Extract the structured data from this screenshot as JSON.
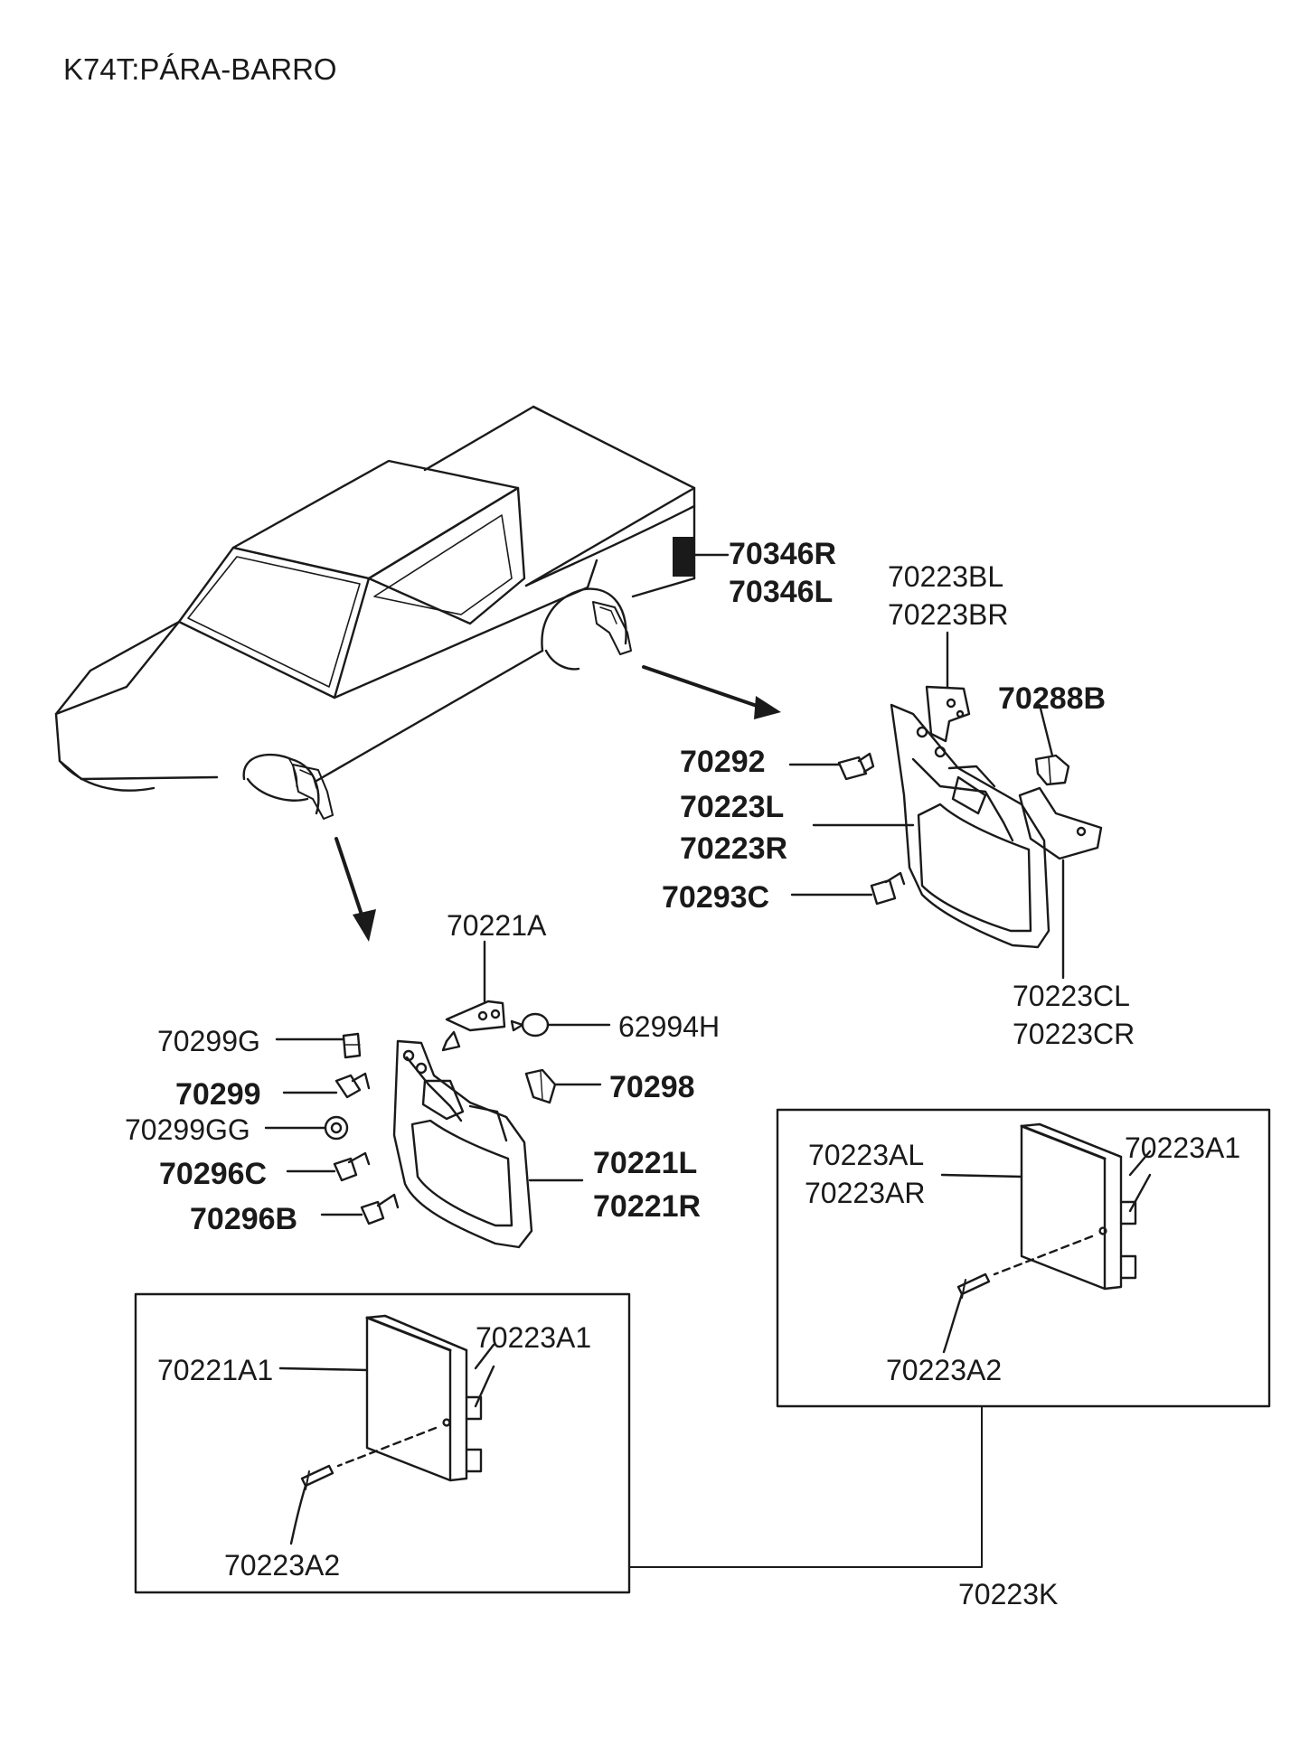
{
  "title": "K74T:PÁRA-BARRO",
  "labels": {
    "p70346R": "70346R",
    "p70346L": "70346L",
    "p70223BL": "70223BL",
    "p70223BR": "70223BR",
    "p70288B": "70288B",
    "p70292": "70292",
    "p70223L": "70223L",
    "p70223R": "70223R",
    "p70293C": "70293C",
    "p70223CL": "70223CL",
    "p70223CR": "70223CR",
    "p70221A": "70221A",
    "p62994H": "62994H",
    "p70299G": "70299G",
    "p70299": "70299",
    "p70298": "70298",
    "p70299GG": "70299GG",
    "p70296C": "70296C",
    "p70221L": "70221L",
    "p70221R": "70221R",
    "p70296B": "70296B",
    "p70223AL": "70223AL",
    "p70223AR": "70223AR",
    "p70223A1_right": "70223A1",
    "p70223A2_right": "70223A2",
    "p70221A1": "70221A1",
    "p70223A1_left": "70223A1",
    "p70223A2_left": "70223A2",
    "p70223K": "70223K"
  },
  "colors": {
    "ink": "#1a1a1a",
    "background": "#ffffff"
  }
}
